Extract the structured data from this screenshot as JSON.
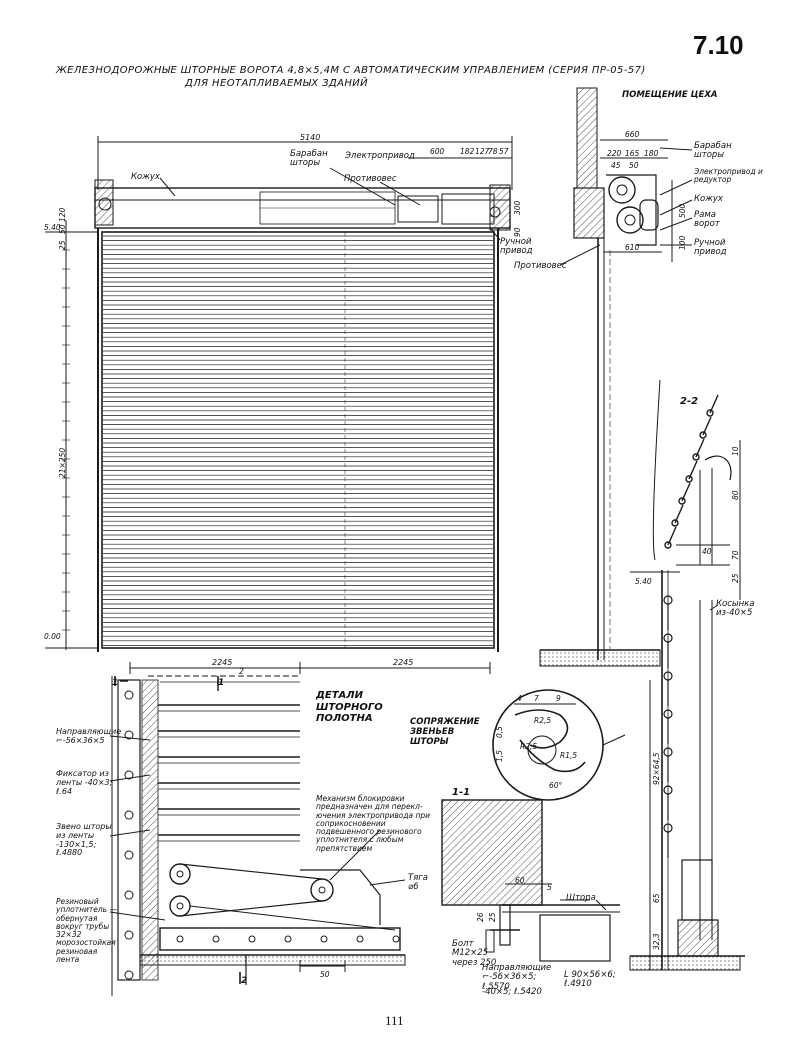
{
  "sheet_number": "7.10",
  "title_line1": "ЖЕЛЕЗНОДОРОЖНЫЕ ШТОРНЫЕ ВОРОТА 4,8×5,4М С АВТОМАТИЧЕСКИМ УПРАВЛЕНИЕМ (СЕРИЯ ПР-05-57)",
  "title_line2": "ДЛЯ НЕОТАПЛИВАЕМЫХ ЗДАНИЙ",
  "page_number": "111",
  "elevation": {
    "overall_width": "5140",
    "labels": {
      "kozhukh": "Кожух",
      "baraban": "Барабан шторы",
      "elektroprivod": "Электропривод",
      "protivoves": "Противовес",
      "ruchnoy": "Ручной привод"
    },
    "top_dims": [
      "600",
      "182",
      "127",
      "78",
      "57"
    ],
    "side_dims": [
      "300",
      "90"
    ],
    "left_levels": [
      "5.40",
      "0.00"
    ],
    "left_dims": [
      "25",
      "50",
      "120",
      "21×250"
    ],
    "bottom_dims": [
      "2245",
      "2245"
    ]
  },
  "section": {
    "room_label": "ПОМЕЩЕНИЕ ЦЕХА",
    "top_dims": [
      "660",
      "220",
      "165",
      "180",
      "45",
      "50"
    ],
    "bottom_dim": "610",
    "side_dims": [
      "500",
      "100"
    ],
    "labels": {
      "baraban": "Барабан шторы",
      "elektro": "Электропривод и редуктор",
      "kozhukh": "Кожух",
      "rama": "Рама ворот",
      "ruchnoy": "Ручной привод",
      "protivoves": "Противовес"
    },
    "section_2_2": "2-2",
    "dims_2_2": [
      "10",
      "80",
      "40",
      "70",
      "25"
    ],
    "level": "5.40",
    "kosynka": "Косынка из-40×5",
    "lower_dims": [
      "92×64,5",
      "65",
      "32,3"
    ]
  },
  "details": {
    "heading": "ДЕТАЛИ ШТОРНОГО ПОЛОТНА",
    "dim_top": "2",
    "section_marks": [
      "1",
      "1",
      "2",
      "2"
    ],
    "dim_bottom": "50",
    "labels": {
      "napravl": "Направляющие ⌐-56×36×5",
      "fiksator": "Фиксатор из ленты -40×3; ℓ.64",
      "zveno": "Звено шторы из ленты -130×1,5; ℓ.4880",
      "rezin": "Резиновый уплотнитель — обернутая вокруг трубы 32×32 морозостойкая резиновая лента",
      "mekhanizm": "Механизм блокировки предназначен для перекл­ючения электропривода при соприкосновении подвешенного резинового уплотнителя с любым препятствием",
      "tyaga": "Тяга ⌀6"
    }
  },
  "coupling": {
    "heading": "СОПРЯЖЕНИЕ ЗВЕНЬЕВ ШТОРЫ",
    "dims": [
      "4",
      "7",
      "9",
      "0,5",
      "1,5",
      "60°"
    ],
    "radii": [
      "R2,5",
      "R2,5",
      "R1,5"
    ]
  },
  "section_1_1": {
    "heading": "1-1",
    "dims": [
      "60",
      "5",
      "26",
      "25"
    ],
    "labels": {
      "shtora": "Штора",
      "bolt": "Болт М12×25 через 250",
      "napravl": "Направляющие ⌐-56×36×5; ℓ.5570",
      "polosa": "-40×5; ℓ.5420",
      "ugolok": "L 90×56×6; ℓ.4910"
    }
  },
  "colors": {
    "ink": "#1a1a1a",
    "paper": "#ffffff"
  }
}
